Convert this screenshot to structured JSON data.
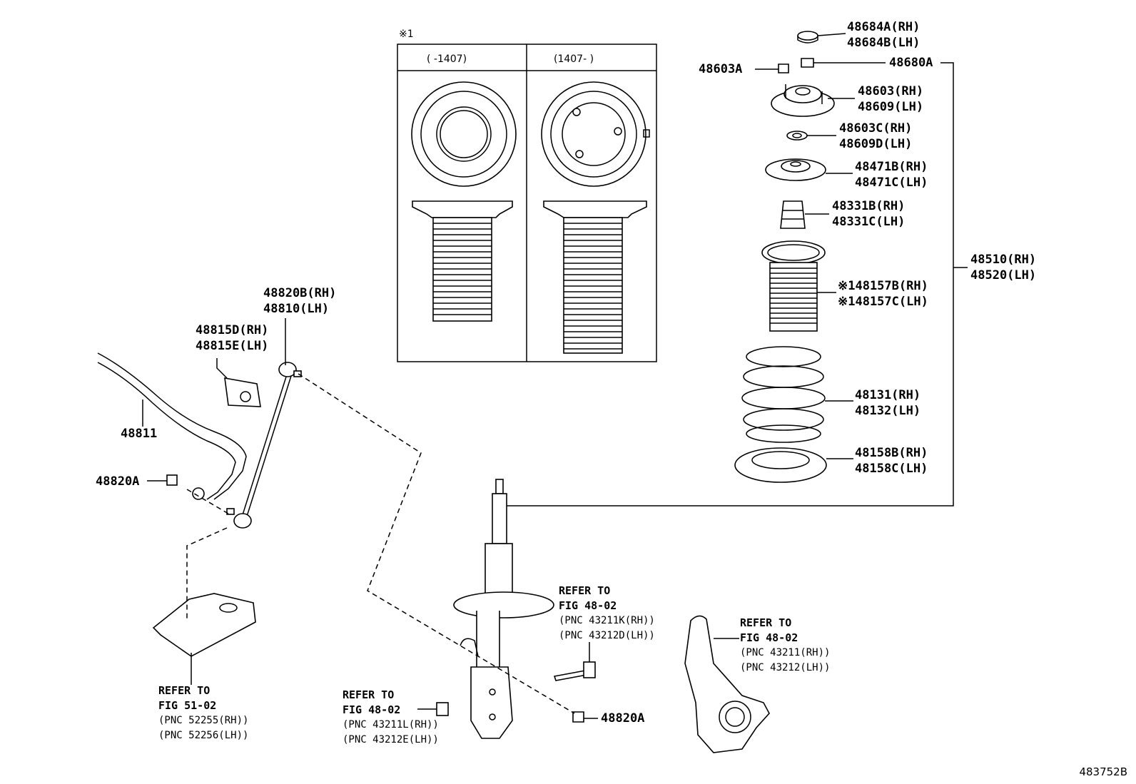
{
  "labels": {
    "p48684": [
      "48684A(RH)",
      "48684B(LH)"
    ],
    "p48603A": "48603A",
    "p48680A": "48680A",
    "p48603": [
      "48603(RH)",
      "48609(LH)"
    ],
    "p48603C": [
      "48603C(RH)",
      "48609D(LH)"
    ],
    "p48471": [
      "48471B(RH)",
      "48471C(LH)"
    ],
    "p48331": [
      "48331B(RH)",
      "48331C(LH)"
    ],
    "p48510": [
      "48510(RH)",
      "48520(LH)"
    ],
    "p48157": [
      "※148157B(RH)",
      "※148157C(LH)"
    ],
    "p48131": [
      "48131(RH)",
      "48132(LH)"
    ],
    "p48158": [
      "48158B(RH)",
      "48158C(LH)"
    ],
    "p48820": [
      "48820B(RH)",
      "48810(LH)"
    ],
    "p48815": [
      "48815D(RH)",
      "48815E(LH)"
    ],
    "p48811": "48811",
    "p48820A_left": "48820A",
    "p48820A_right": "48820A"
  },
  "inset": {
    "marker": "※1",
    "col1": "(    -1407)",
    "col2": "(1407-    )"
  },
  "refs": {
    "fig51": [
      "REFER TO",
      "FIG 51-02",
      "(PNC 52255(RH))",
      "(PNC 52256(LH))"
    ],
    "fig48_bolt": [
      "REFER TO",
      "FIG 48-02",
      "(PNC 43211K(RH))",
      "(PNC 43212D(LH))"
    ],
    "fig48_knuckle": [
      "REFER TO",
      "FIG 48-02",
      "(PNC 43211(RH))",
      "(PNC 43212(LH))"
    ],
    "fig48_nut": [
      "REFER TO",
      "FIG 48-02",
      "(PNC 43211L(RH))",
      "(PNC 43212E(LH))"
    ]
  },
  "doc_id": "483752B"
}
